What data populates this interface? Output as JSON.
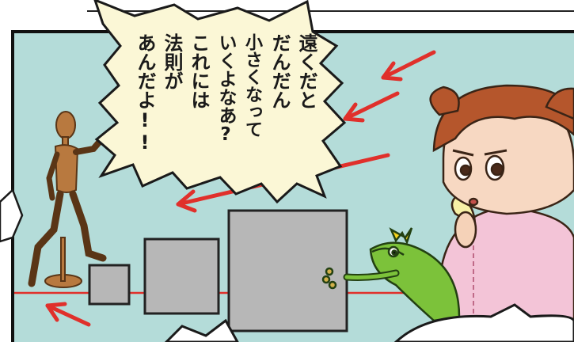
{
  "speech_bubble": {
    "lines": [
      "遠くだと",
      "だんだん",
      "小さくなって",
      "いくよなあ?",
      "これには",
      "法則が",
      "あんだよ!!"
    ]
  },
  "colors": {
    "panel_background": "#b4dcd9",
    "box_fill": "#b7b7b7",
    "horizon_line": "#e0302b",
    "arrows": "#e0302b",
    "bubble_fill": "#fbf7d6",
    "frog": "#7cc23a",
    "girl_hair": "#b5562c",
    "girl_dress": "#f3c4d7"
  },
  "icons": [
    "wooden-mannequin-icon",
    "frog-icon",
    "girl-character-icon",
    "crown-icon"
  ]
}
